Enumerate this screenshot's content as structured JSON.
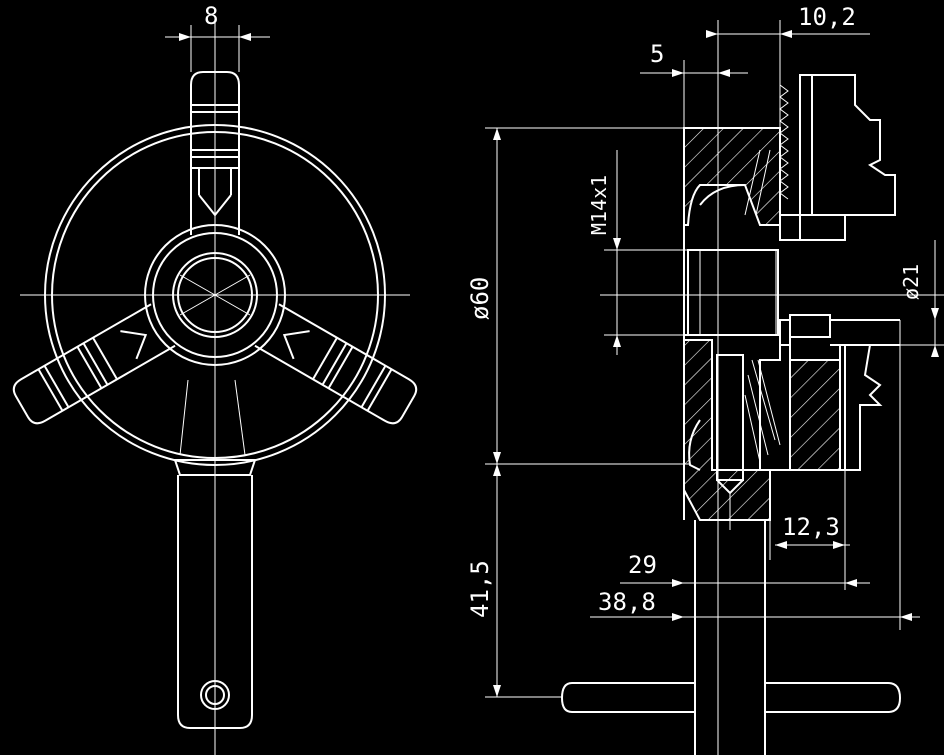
{
  "drawing": {
    "dimensions": {
      "jaw_width": "8",
      "jaw_offset": "10,2",
      "body_step": "5",
      "thread": "M14x1",
      "diameter_body": "ø60",
      "diameter_bore": "ø21",
      "key_length": "41,5",
      "depth_a": "12,3",
      "depth_b": "29",
      "depth_c": "38,8"
    }
  }
}
